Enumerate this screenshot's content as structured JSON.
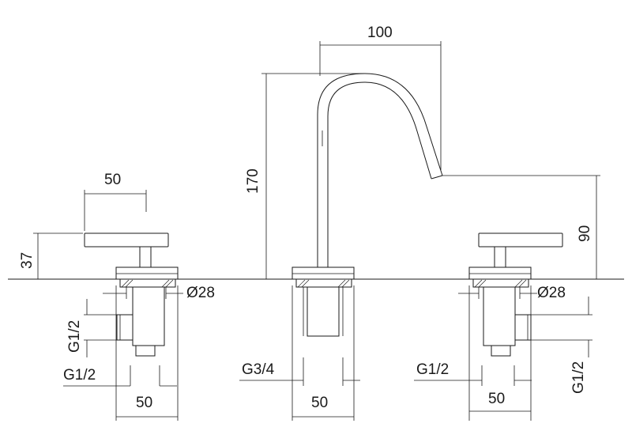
{
  "dimensions": {
    "spout_reach": "100",
    "spout_height": "170",
    "outlet_height": "90",
    "handle_width": "50",
    "handle_height": "37",
    "left_flange_diameter": "Ø28",
    "right_flange_diameter": "Ø28",
    "left_side_thread": "G1/2",
    "left_bottom_thread": "G1/2",
    "left_valve_spacing": "50",
    "center_thread": "G3/4",
    "center_spacing": "50",
    "right_bottom_thread": "G1/2",
    "right_valve_spacing": "50",
    "right_side_thread": "G1/2"
  }
}
